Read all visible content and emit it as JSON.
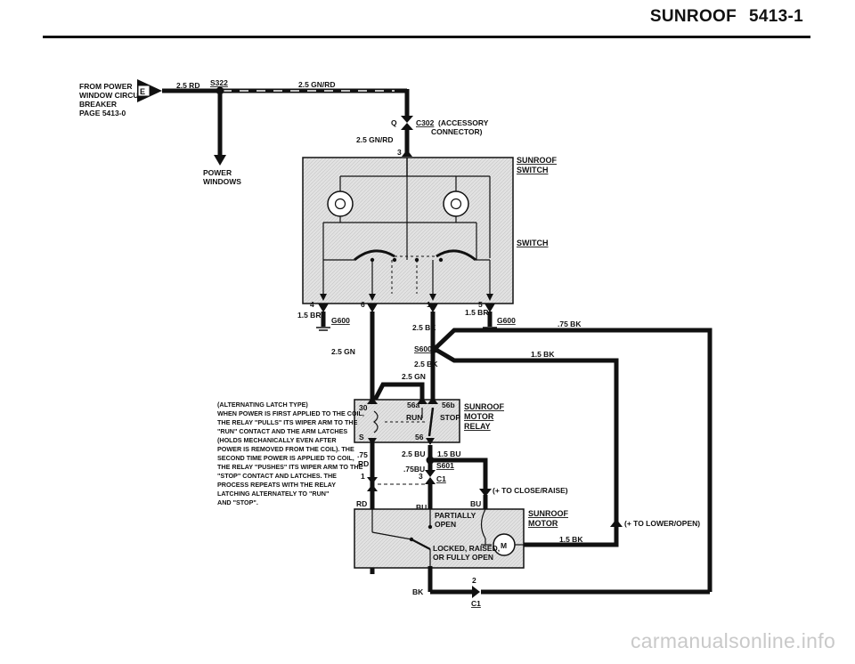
{
  "header": {
    "title": "SUNROOF",
    "page_code": "5413-1"
  },
  "watermark": "carmanualsonline.info",
  "source": {
    "label_lines": [
      "FROM POWER",
      "WINDOW CIRCUIT",
      "BREAKER",
      "PAGE 5413-0"
    ],
    "connector_letter": "E"
  },
  "wires": {
    "rd_2_5": "2.5 RD",
    "splice_s322": "S322",
    "gnrd_top": "2.5 GN/RD",
    "gnrd_left": "2.5 GN/RD",
    "br_left": "1.5 BR",
    "br_right": "1.5 BR",
    "bk_75": ".75 BK",
    "bk_15": "1.5 BK",
    "bk_25_upper": "2.5 BK",
    "bk_25_lower": "2.5 BK",
    "gn_25_left": "2.5 GN",
    "gn_25_mid": "2.5 GN",
    "bu_25": "2.5 BU",
    "bu_15": "1.5 BU",
    "bu_75": ".75BU",
    "rd_75_num": ".75",
    "rd_75_code": "RD",
    "rd_bottom": "RD",
    "bu_bottom_left": "BU",
    "bu_bottom_right": "BU",
    "bk_motor": "1.5 BK",
    "bk_bottom": "BK"
  },
  "power_windows": {
    "lines": [
      "POWER",
      "WINDOWS"
    ]
  },
  "connector_c302": {
    "pin": "Q",
    "name": "C302",
    "desc_line1": "(ACCESSORY",
    "desc_line2": "CONNECTOR)",
    "switch_pin": "3"
  },
  "sunroof_switch": {
    "title_line1": "SUNROOF",
    "title_line2": "SWITCH",
    "switch_label": "SWITCH",
    "pins": [
      "4",
      "6",
      "1",
      "5"
    ]
  },
  "grounds": {
    "left": "G600",
    "right": "G600"
  },
  "splices": {
    "s600": "S600",
    "s601": "S601"
  },
  "relay": {
    "title_line1": "SUNROOF",
    "title_line2": "MOTOR",
    "title_line3": "RELAY",
    "pin_30": "30",
    "pin_56a": "56a",
    "pin_56b": "56b",
    "pin_s": "S",
    "pin_56": "56",
    "run": "RUN",
    "stop": "STOP"
  },
  "relay_note": [
    "(ALTERNATING LATCH TYPE)",
    "WHEN POWER IS FIRST APPLIED TO THE COIL,",
    "THE RELAY \"PULLS\" ITS WIPER ARM TO THE",
    "\"RUN\" CONTACT AND THE ARM LATCHES",
    "(HOLDS MECHANICALLY EVEN AFTER",
    "POWER IS REMOVED FROM THE COIL). THE",
    "SECOND TIME POWER IS APPLIED TO COIL,",
    "THE RELAY \"PUSHES\" ITS WIPER ARM TO THE",
    "\"STOP\" CONTACT AND LATCHES. THE",
    "PROCESS REPEATS WITH THE RELAY",
    "LATCHING ALTERNATELY TO \"RUN\"",
    "AND \"STOP\"."
  ],
  "connector_c1": {
    "name": "C1",
    "pin_1": "1",
    "pin_3": "3",
    "pin_2": "2",
    "bottom_name": "C1"
  },
  "motor": {
    "title_line1": "SUNROOF",
    "title_line2": "MOTOR",
    "partially_line1": "PARTIALLY",
    "partially_line2": "OPEN",
    "locked_line1": "LOCKED, RAISED,",
    "locked_line2": "OR FULLY OPEN",
    "symbol": "M"
  },
  "annotations": {
    "close": "(+ TO CLOSE/RAISE)",
    "lower": "(+ TO LOWER/OPEN)"
  }
}
